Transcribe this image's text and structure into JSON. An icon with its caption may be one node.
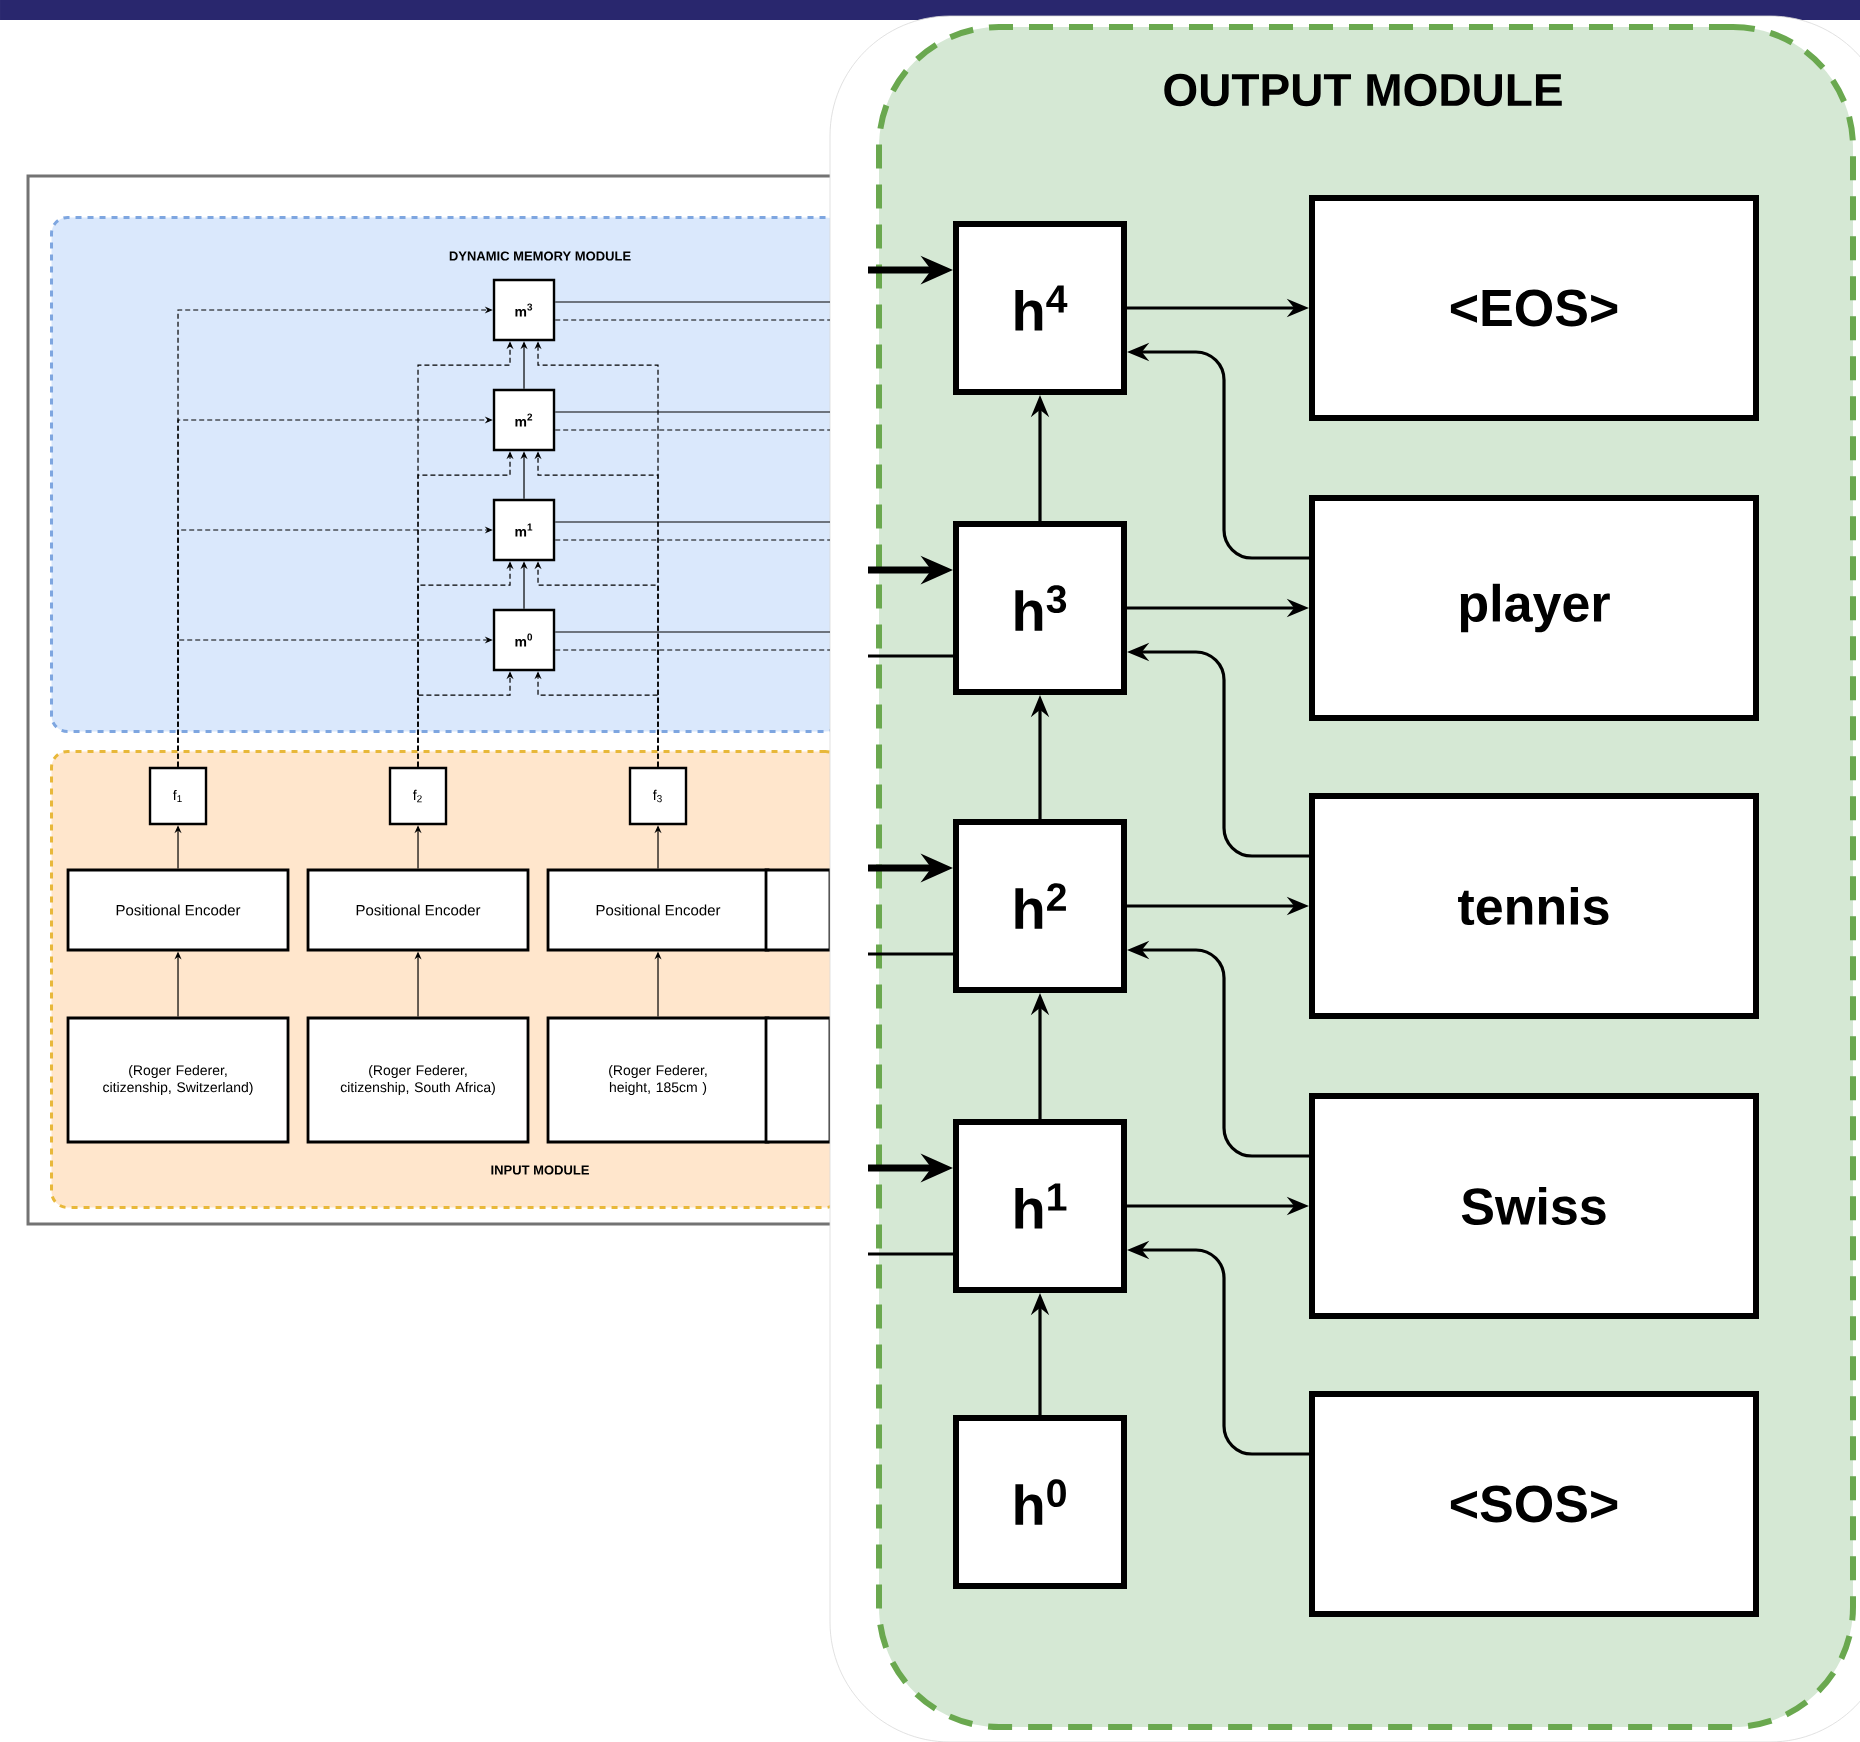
{
  "diagram": {
    "nodes": [
      {
        "text": [
          "DYNAMIC MEMORY MODULE"
        ]
      },
      {
        "text": [
          "m$^{3}$"
        ],
        "in": 0
      },
      {
        "text": [
          "m$^{2}$"
        ],
        "in": 0
      },
      {
        "text": [
          "m$^{1}$"
        ],
        "in": 0
      },
      {
        "text": [
          "m$^{0}$"
        ],
        "in": 0
      },
      {
        "text": [
          "INPUT MODULE"
        ]
      },
      {
        "text": [
          "f$_{1}$"
        ],
        "in": 5
      },
      {
        "text": [
          "f$_{2}$"
        ],
        "in": 5
      },
      {
        "text": [
          "f$_{3}$"
        ],
        "in": 5
      },
      {
        "text": [
          "Positional Encoder"
        ],
        "in": 5
      },
      {
        "text": [
          "Positional Encoder"
        ],
        "in": 5
      },
      {
        "text": [
          "Positional Encoder"
        ],
        "in": 5
      },
      {
        "text": [],
        "shape": "box",
        "in": 5
      },
      {
        "text": [
          "(Roger Federer, citizenship, Switzerland)"
        ],
        "in": 5
      },
      {
        "text": [
          "(Roger Federer, citizenship, South Africa)"
        ],
        "in": 5
      },
      {
        "text": [
          "(Roger Federer, height, 185cm )"
        ],
        "in": 5
      },
      {
        "text": [],
        "shape": "box",
        "in": 5
      },
      {
        "text": [
          "OUTPUT MODULE"
        ]
      },
      {
        "text": [
          "h$^{4}$"
        ],
        "in": 17
      },
      {
        "text": [
          "<EOS>"
        ],
        "in": 17
      },
      {
        "text": [
          "h$^{3}$"
        ],
        "in": 17
      },
      {
        "text": [
          "player"
        ],
        "in": 17
      },
      {
        "text": [
          "h$^{2}$"
        ],
        "in": 17
      },
      {
        "text": [
          "tennis"
        ],
        "in": 17
      },
      {
        "text": [
          "h$^{1}$"
        ],
        "in": 17
      },
      {
        "text": [
          "Swiss"
        ],
        "in": 17
      },
      {
        "text": [
          "h$^{0}$"
        ],
        "in": 17
      },
      {
        "text": [
          "<SOS>"
        ],
        "in": 17
      }
    ],
    "edges": [
      {
        "from": 13,
        "to": 9,
        "arrow": "to"
      },
      {
        "from": 14,
        "to": 10,
        "arrow": "to"
      },
      {
        "from": 15,
        "to": 11,
        "arrow": "to"
      },
      {
        "from": 9,
        "to": 6,
        "arrow": "to"
      },
      {
        "from": 10,
        "to": 7,
        "arrow": "to"
      },
      {
        "from": 11,
        "to": 8,
        "arrow": "to"
      },
      {
        "from": 6,
        "to": 1,
        "arrow": "to",
        "style": "dashed"
      },
      {
        "from": 6,
        "to": 2,
        "arrow": "to",
        "style": "dashed"
      },
      {
        "from": 6,
        "to": 3,
        "arrow": "to",
        "style": "dashed"
      },
      {
        "from": 6,
        "to": 4,
        "arrow": "to",
        "style": "dashed"
      },
      {
        "from": 7,
        "to": 1,
        "arrow": "to",
        "style": "dashed"
      },
      {
        "from": 7,
        "to": 2,
        "arrow": "to",
        "style": "dashed"
      },
      {
        "from": 7,
        "to": 3,
        "arrow": "to",
        "style": "dashed"
      },
      {
        "from": 7,
        "to": 4,
        "arrow": "to",
        "style": "dashed"
      },
      {
        "from": 8,
        "to": 1,
        "arrow": "to",
        "style": "dashed"
      },
      {
        "from": 8,
        "to": 2,
        "arrow": "to",
        "style": "dashed"
      },
      {
        "from": 8,
        "to": 3,
        "arrow": "to",
        "style": "dashed"
      },
      {
        "from": 8,
        "to": 4,
        "arrow": "to",
        "style": "dashed"
      },
      {
        "from": 4,
        "to": 3,
        "arrow": "to"
      },
      {
        "from": 3,
        "to": 2,
        "arrow": "to"
      },
      {
        "from": 2,
        "to": 1,
        "arrow": "to"
      },
      {
        "from": 1,
        "to": null,
        "arrow": "none"
      },
      {
        "from": 1,
        "to": null,
        "arrow": "none",
        "style": "dashed"
      },
      {
        "from": 2,
        "to": null,
        "arrow": "none"
      },
      {
        "from": 2,
        "to": null,
        "arrow": "none",
        "style": "dashed"
      },
      {
        "from": 3,
        "to": null,
        "arrow": "none"
      },
      {
        "from": 3,
        "to": null,
        "arrow": "none",
        "style": "dashed"
      },
      {
        "from": 4,
        "to": null,
        "arrow": "none"
      },
      {
        "from": 4,
        "to": null,
        "arrow": "none",
        "style": "dashed"
      },
      {
        "from": null,
        "to": 18,
        "arrow": "to",
        "style": "thick"
      },
      {
        "from": null,
        "to": 20,
        "arrow": "to",
        "style": "thick"
      },
      {
        "from": null,
        "to": 22,
        "arrow": "to",
        "style": "thick"
      },
      {
        "from": null,
        "to": 24,
        "arrow": "to",
        "style": "thick"
      },
      {
        "from": null,
        "to": 20,
        "arrow": "none"
      },
      {
        "from": null,
        "to": 22,
        "arrow": "none"
      },
      {
        "from": null,
        "to": 24,
        "arrow": "none"
      },
      {
        "from": 26,
        "to": 24,
        "arrow": "to"
      },
      {
        "from": 24,
        "to": 22,
        "arrow": "to"
      },
      {
        "from": 22,
        "to": 20,
        "arrow": "to"
      },
      {
        "from": 20,
        "to": 18,
        "arrow": "to"
      },
      {
        "from": 18,
        "to": 19,
        "arrow": "to"
      },
      {
        "from": 20,
        "to": 21,
        "arrow": "to"
      },
      {
        "from": 22,
        "to": 23,
        "arrow": "to"
      },
      {
        "from": 24,
        "to": 25,
        "arrow": "to"
      },
      {
        "from": 21,
        "to": 18,
        "arrow": "to"
      },
      {
        "from": 23,
        "to": 20,
        "arrow": "to"
      },
      {
        "from": 25,
        "to": 22,
        "arrow": "to"
      },
      {
        "from": 27,
        "to": 24,
        "arrow": "to"
      }
    ]
  }
}
